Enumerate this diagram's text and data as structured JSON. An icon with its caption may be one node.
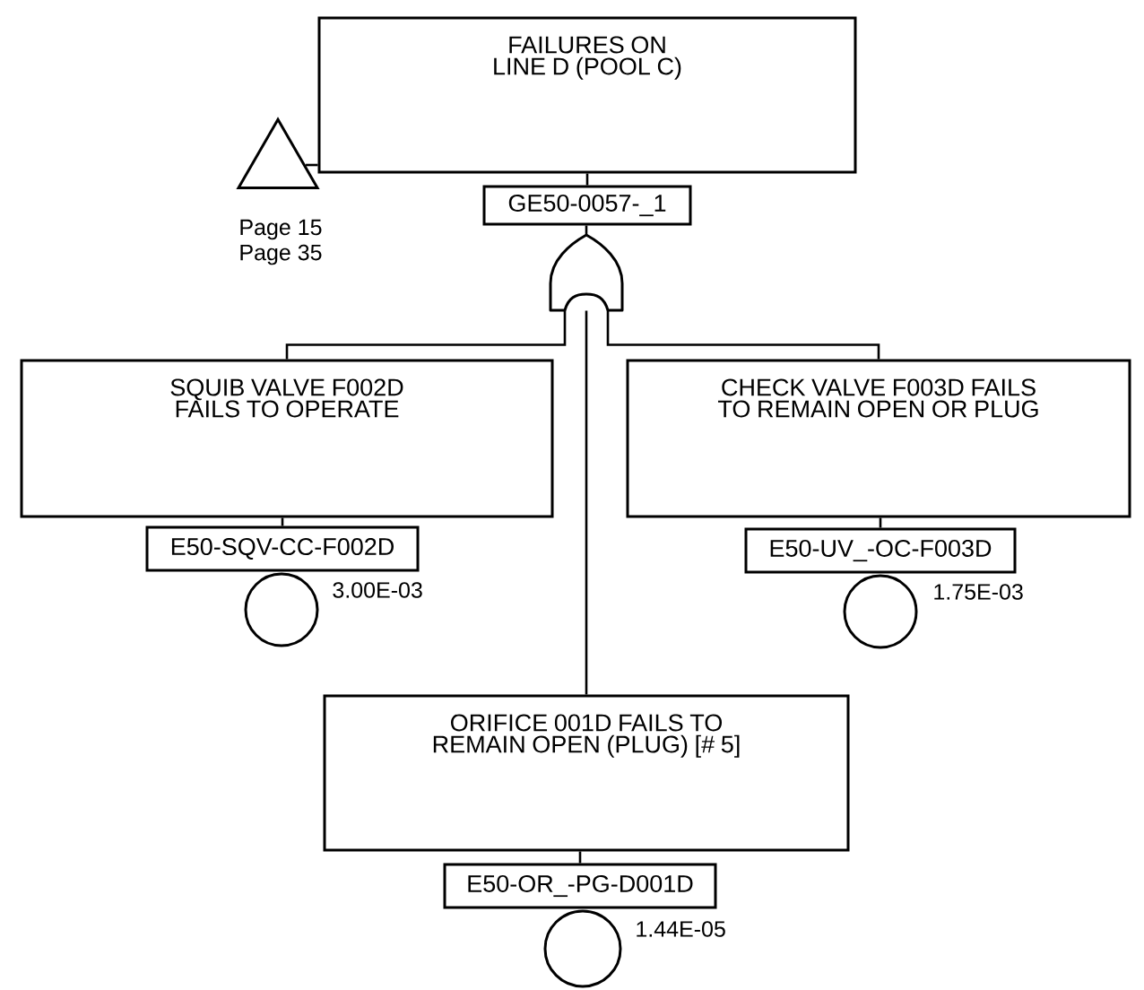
{
  "diagram": {
    "nodes": [
      {
        "text": [
          "FAILURES ON LINE D (POOL C)"
        ]
      },
      {
        "text": [
          "GE50-0057-_1"
        ]
      },
      {
        "text": [],
        "shape": "gate"
      },
      {
        "text": [],
        "shape": "triangle",
        "beside": [
          "Page 15",
          "Page 35"
        ]
      },
      {
        "text": [
          "SQUIB VALVE F002D FAILS TO OPERATE"
        ]
      },
      {
        "text": [
          "E50-SQV-CC-F002D"
        ]
      },
      {
        "text": [],
        "shape": "circle",
        "beside": [
          "3.00E-03"
        ]
      },
      {
        "text": [
          "CHECK VALVE F003D FAILS TO REMAIN OPEN OR PLUG"
        ]
      },
      {
        "text": [
          "E50-UV_-OC-F003D"
        ]
      },
      {
        "text": [],
        "shape": "circle",
        "beside": [
          "1.75E-03"
        ]
      },
      {
        "text": [
          "ORIFICE 001D FAILS TO REMAIN OPEN (PLUG) [# 5]"
        ]
      },
      {
        "text": [
          "E50-OR_-PG-D001D"
        ]
      },
      {
        "text": [],
        "shape": "circle",
        "beside": [
          "1.44E-05"
        ]
      }
    ],
    "edges": [
      {
        "from": 0,
        "to": 1,
        "arrow": "none"
      },
      {
        "from": 1,
        "to": 2,
        "arrow": "none"
      },
      {
        "from": 2,
        "to": 4,
        "arrow": "none"
      },
      {
        "from": 2,
        "to": 7,
        "arrow": "none"
      },
      {
        "from": 2,
        "to": 10,
        "arrow": "none"
      },
      {
        "from": 4,
        "to": 5,
        "arrow": "none"
      },
      {
        "from": 7,
        "to": 8,
        "arrow": "none"
      },
      {
        "from": 10,
        "to": 11,
        "arrow": "none"
      },
      {
        "from": 3,
        "to": 0,
        "arrow": "none"
      }
    ]
  }
}
